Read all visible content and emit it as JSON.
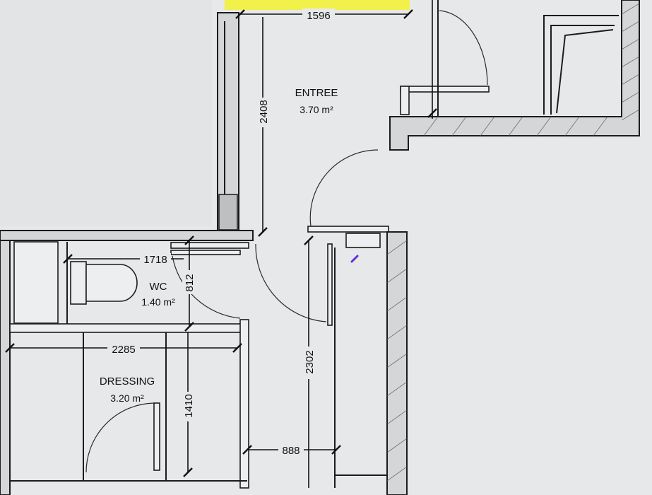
{
  "colors": {
    "paper": "#e6e8e9",
    "highlight": "#f2f04a",
    "pen_mark": "#6a2bd8"
  },
  "rooms": {
    "entree": {
      "name": "ENTREE",
      "area": "3.70 m²"
    },
    "wc": {
      "name": "WC",
      "area": "1.40 m²"
    },
    "dressing": {
      "name": "DRESSING",
      "area": "3.20 m²"
    }
  },
  "dimensions": {
    "entree_width": "1596",
    "entree_depth": "2408",
    "wc_width": "1718",
    "wc_depth": "812",
    "dressing_width": "2285",
    "dressing_depth": "1410",
    "corridor_length": "2302",
    "corridor_width": "888"
  }
}
